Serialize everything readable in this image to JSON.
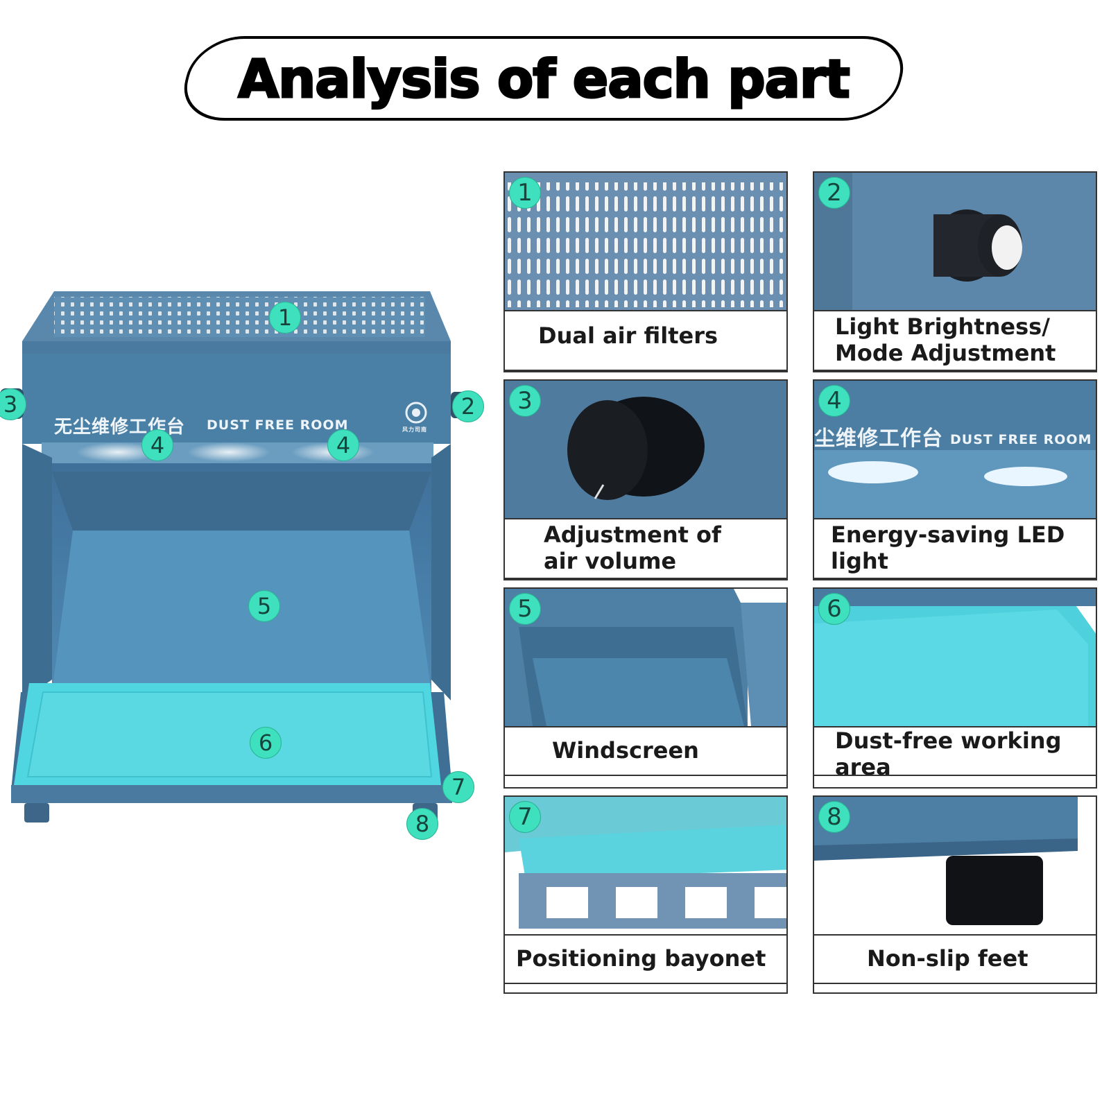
{
  "title": "Analysis of each part",
  "product": {
    "brand_cn": "无尘维修工作台",
    "brand_en": "DUST FREE ROOM",
    "logo_caption": "风力司南",
    "markers": [
      "1",
      "2",
      "3",
      "4",
      "4",
      "5",
      "6",
      "7",
      "8"
    ]
  },
  "panels": [
    {
      "number": "1",
      "label_lines": [
        "Dual air filters"
      ]
    },
    {
      "number": "2",
      "label_lines": [
        "Light Brightness/",
        "Mode Adjustment"
      ]
    },
    {
      "number": "3",
      "label_lines": [
        "Adjustment of",
        "air volume"
      ]
    },
    {
      "number": "4",
      "label_lines": [
        "Energy-saving LED",
        "light"
      ],
      "brand_cn": "尘维修工作台",
      "brand_en": "DUST FREE ROOM"
    },
    {
      "number": "5",
      "label_lines": [
        "Windscreen"
      ]
    },
    {
      "number": "6",
      "label_lines": [
        "Dust-free working",
        "area"
      ]
    },
    {
      "number": "7",
      "label_lines": [
        "Positioning bayonet"
      ]
    },
    {
      "number": "8",
      "label_lines": [
        "Non-slip feet"
      ]
    }
  ],
  "colors": {
    "body": "#4a7fa6",
    "body_dark": "#3a6a8f",
    "mat": "#4fd6e0",
    "badge": "#3ee0bd"
  }
}
